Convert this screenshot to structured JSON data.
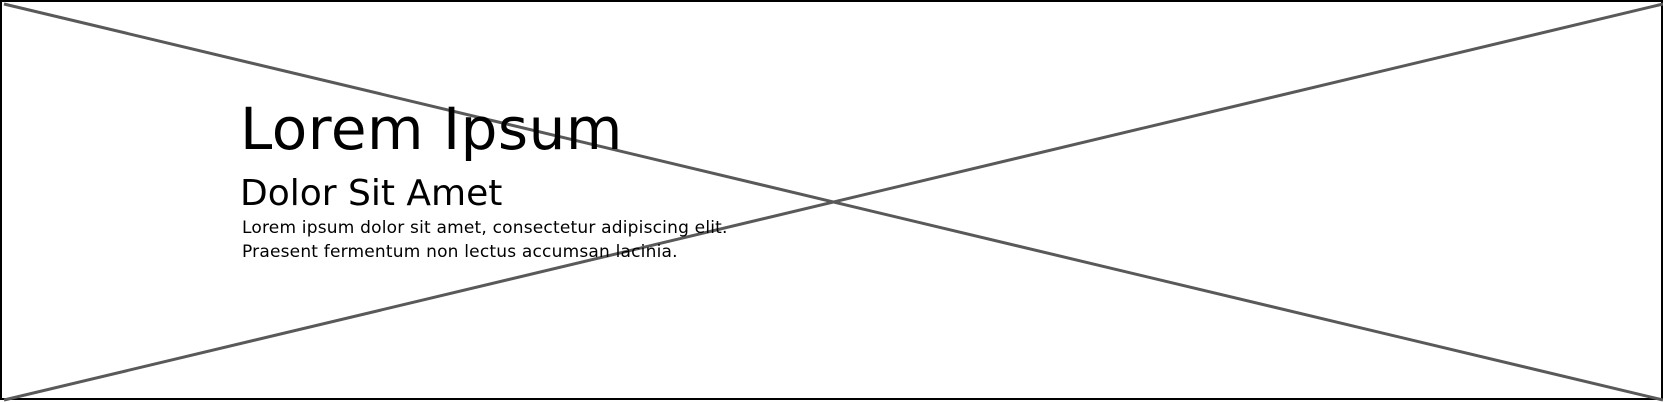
{
  "hero": {
    "title": "Lorem Ipsum",
    "subtitle": "Dolor Sit Amet",
    "body_lines": [
      "Lorem ipsum dolor sit amet, consectetur adipiscing elit.",
      "Praesent fermentum non lectus accumsan lacinia."
    ]
  },
  "colors": {
    "border": "#000000",
    "placeholder_lines": "#595959",
    "text": "#000000",
    "background": "#ffffff"
  },
  "icons": {
    "placeholder": "image-placeholder-icon"
  }
}
